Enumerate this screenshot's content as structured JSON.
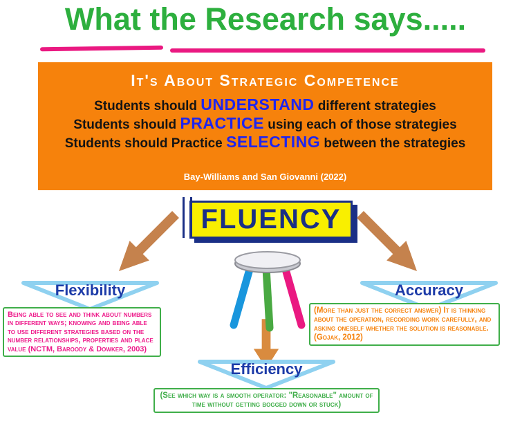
{
  "slide": {
    "title": "What the Research says.....",
    "research_box": {
      "heading": "It's About Strategic Competence",
      "lines": [
        {
          "pre": "Students should ",
          "keyword": "UNDERSTAND",
          "post": " different strategies"
        },
        {
          "pre": "Students should ",
          "keyword": "PRACTICE",
          "post": " using each of those strategies"
        },
        {
          "pre": "Students should Practice ",
          "keyword": "SELECTING",
          "post": " between the strategies"
        }
      ],
      "citation": "Bay-Williams and San Giovanni (2022)"
    },
    "fluency_label": "FLUENCY",
    "components": {
      "flexibility": {
        "label": "Flexibility",
        "description": "Being able to see and think about numbers in different ways; knowing and being able to use different strategies based on the number relationships, properties and place value (NCTM, Baroody & Dowker, 2003)"
      },
      "efficiency": {
        "label": "Efficiency",
        "description": "(See which way is a smooth operator: \"Reasonable\" amount of time without getting bogged down or stuck)"
      },
      "accuracy": {
        "label": "Accuracy",
        "description": "(More than just the correct answer) It is thinking about the operation, recording work carefully, and asking oneself whether the solution is reasonable. (Gojak, 2012)"
      }
    },
    "colors": {
      "title_green": "#2daf3e",
      "underline_pink": "#ea1981",
      "box_orange": "#f6820c",
      "keyword_blue": "#1f25ee",
      "fluency_yellow": "#f9ef00",
      "navy_blue": "#1a2f86",
      "arrow_brown": "#c5824d",
      "triangle_light_blue": "#8fd1f0",
      "flexibility_pink": "#ee1b8b",
      "efficiency_green": "#3fae49",
      "accuracy_orange": "#f6820c",
      "stool_leg_blue": "#1996dd",
      "stool_leg_green": "#49a942",
      "stool_leg_pink": "#ea1981"
    }
  }
}
